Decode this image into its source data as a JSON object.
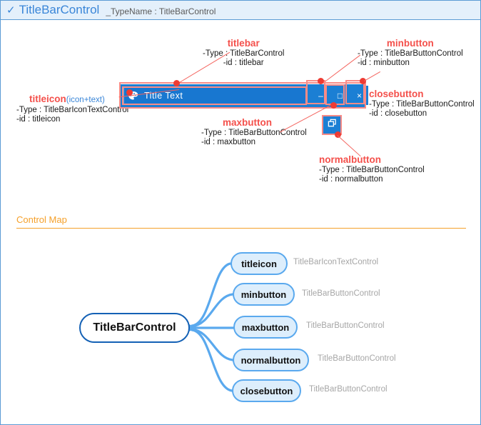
{
  "header": {
    "check_icon": "check-icon",
    "title": "TitleBarControl",
    "type_name": "_TypeName : TitleBarControl"
  },
  "mockup": {
    "title_text": "Title Text",
    "icon": "palette-icon",
    "buttons": {
      "minimize": "–",
      "maximize": "□",
      "close": "×",
      "restore": "restore-icon"
    }
  },
  "annotations": [
    {
      "id": "titlebar",
      "head": "titlebar",
      "sub": "",
      "type": "-Type : TitleBarControl",
      "idline": "-id : titlebar"
    },
    {
      "id": "minbutton",
      "head": "minbutton",
      "sub": "",
      "type": "-Type : TitleBarButtonControl",
      "idline": "-id : minbutton"
    },
    {
      "id": "titleicon",
      "head": "titleicon",
      "sub": "(icon+text)",
      "type": "-Type : TitleBarIconTextControl",
      "idline": "-id : titleicon"
    },
    {
      "id": "closebutton",
      "head": "closebutton",
      "sub": "",
      "type": "-Type : TitleBarButtonControl",
      "idline": "-id : closebutton"
    },
    {
      "id": "maxbutton",
      "head": "maxbutton",
      "sub": "",
      "type": "-Type : TitleBarButtonControl",
      "idline": "-id : maxbutton"
    },
    {
      "id": "normalbutton",
      "head": "normalbutton",
      "sub": "",
      "type": "-Type : TitleBarButtonControl",
      "idline": "-id : normalbutton"
    }
  ],
  "control_map": {
    "section_title": "Control Map",
    "root": "TitleBarControl",
    "nodes": [
      {
        "label": "titleicon",
        "type": "TitleBarIconTextControl"
      },
      {
        "label": "minbutton",
        "type": "TitleBarButtonControl"
      },
      {
        "label": "maxbutton",
        "type": "TitleBarButtonControl"
      },
      {
        "label": "normalbutton",
        "type": "TitleBarButtonControl"
      },
      {
        "label": "closebutton",
        "type": "TitleBarButtonControl"
      }
    ]
  },
  "colors": {
    "accent_blue": "#3a86d8",
    "annotation_red": "#f4504b",
    "map_orange": "#f5a02a",
    "node_fill": "#ddeefc",
    "node_border": "#5aa9ee",
    "titlebar_blue": "#1b7fd4"
  }
}
